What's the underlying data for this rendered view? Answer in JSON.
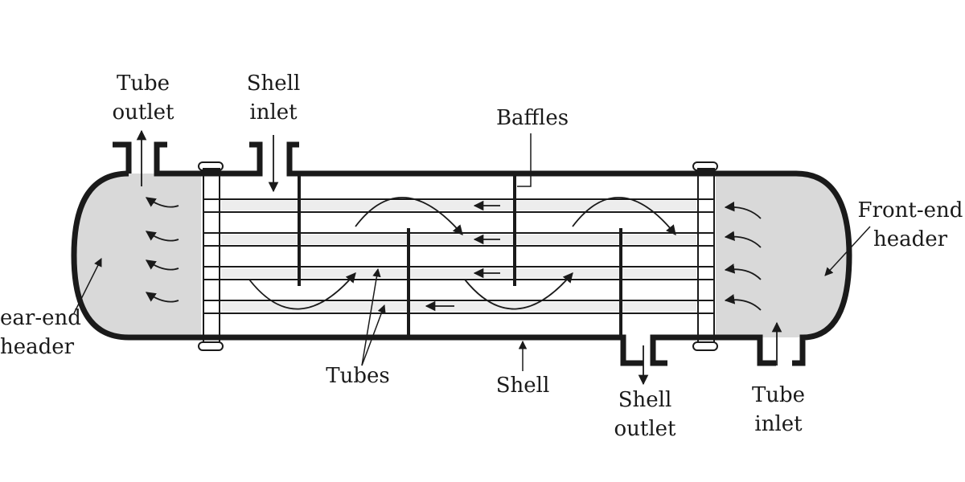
{
  "labels": {
    "tube_outlet": [
      "Tube",
      "outlet"
    ],
    "shell_inlet": [
      "Shell",
      "inlet"
    ],
    "baffles": "Baffles",
    "front_end_header": [
      "Front-end",
      "header"
    ],
    "rear_end_header": [
      "ear-end",
      "header"
    ],
    "tubes": "Tubes",
    "shell": "Shell",
    "shell_outlet": [
      "Shell",
      "outlet"
    ],
    "tube_inlet": [
      "Tube",
      "inlet"
    ]
  },
  "colors": {
    "line": "#1a1a1a",
    "header_fill": "#d9d9d9",
    "background": "#ffffff"
  }
}
